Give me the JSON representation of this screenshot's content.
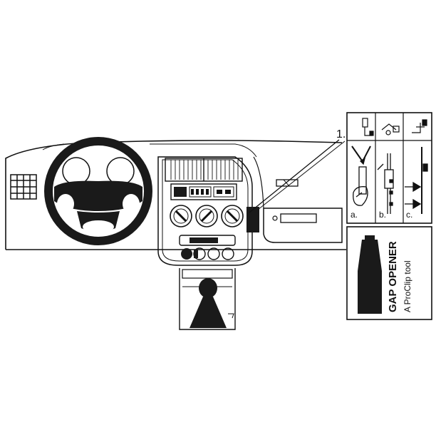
{
  "callout": {
    "number": "1."
  },
  "steps": {
    "a": "a.",
    "b": "b.",
    "c": "c."
  },
  "tool": {
    "title": "GAP OPENER",
    "subtitle": "A ProClip tool"
  },
  "colors": {
    "ink": "#111111",
    "paper": "#ffffff",
    "fill": "#1a1a1a"
  }
}
